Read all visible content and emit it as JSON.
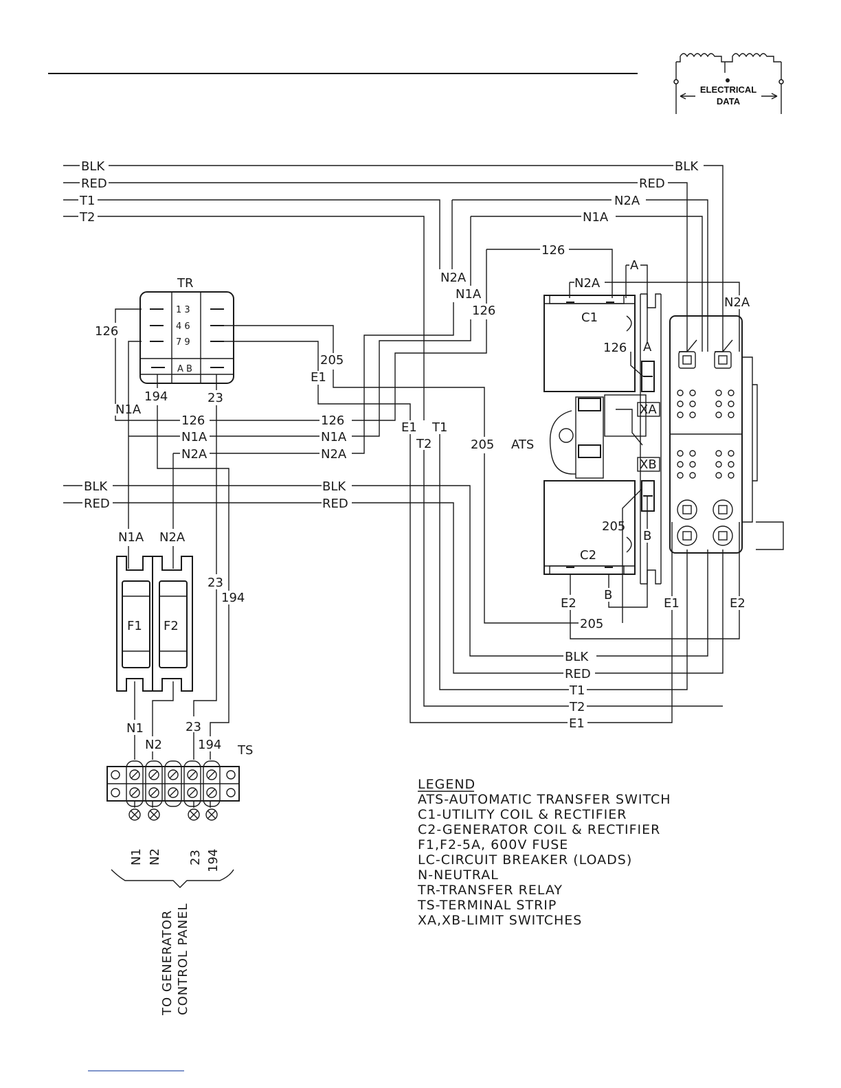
{
  "logo": {
    "line1": "ELECTRICAL",
    "line2": "DATA"
  },
  "components": {
    "tr": "TR",
    "tr_pins": [
      "1 3",
      "4 6",
      "7 9",
      "A B"
    ],
    "ats": "ATS",
    "c1": "C1",
    "c2": "C2",
    "xa": "XA",
    "xb": "XB",
    "f1": "F1",
    "f2": "F2",
    "ts": "TS"
  },
  "wires": {
    "blk": "BLK",
    "red": "RED",
    "t1": "T1",
    "t2": "T2",
    "n1a": "N1A",
    "n2a": "N2A",
    "n1": "N1",
    "n2": "N2",
    "w126": "126",
    "w205": "205",
    "w194": "194",
    "w23": "23",
    "e1": "E1",
    "e2": "E2",
    "a": "A",
    "b": "B"
  },
  "terminal_labels": [
    "N1",
    "N2",
    "23",
    "194"
  ],
  "destination": {
    "line1": "TO GENERATOR",
    "line2": "CONTROL PANEL"
  },
  "legend": {
    "title": "LEGEND",
    "items": [
      "ATS-AUTOMATIC TRANSFER SWITCH",
      "C1-UTILITY COIL & RECTIFIER",
      "C2-GENERATOR COIL & RECTIFIER",
      "F1,F2-5A, 600V FUSE",
      "LC-CIRCUIT BREAKER (LOADS)",
      "N-NEUTRAL",
      "TR-TRANSFER RELAY",
      "TS-TERMINAL STRIP",
      "XA,XB-LIMIT SWITCHES"
    ]
  }
}
